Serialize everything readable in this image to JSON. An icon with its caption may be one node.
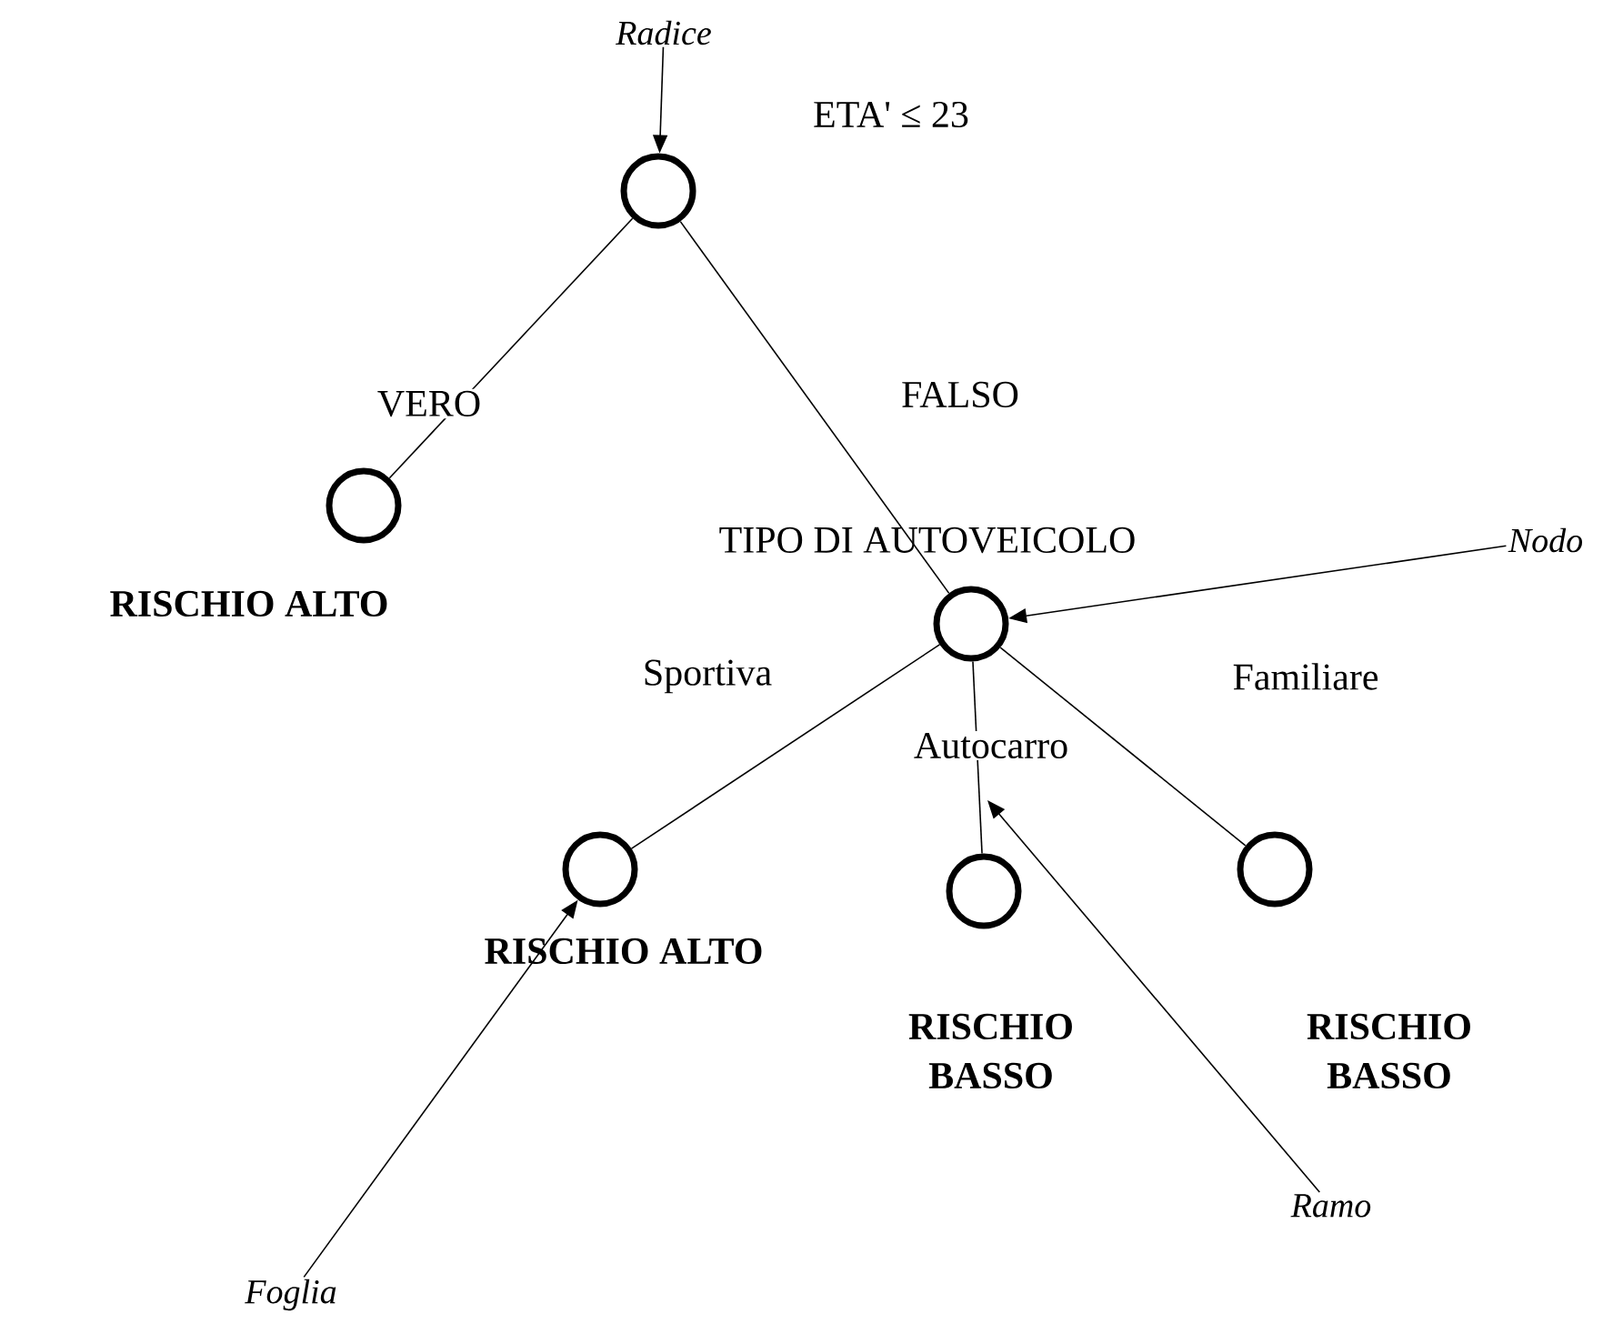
{
  "diagram": {
    "nodes": [
      {
        "text": [
          "ETA' ≤ 23"
        ]
      },
      {
        "text": [
          "RISCHIO ALTO"
        ]
      },
      {
        "text": [
          "TIPO DI AUTOVEICOLO"
        ]
      },
      {
        "text": [
          "RISCHIO ALTO"
        ]
      },
      {
        "text": [
          "RISCHIO BASSO"
        ]
      },
      {
        "text": [
          "RISCHIO BASSO"
        ]
      },
      {
        "text": [
          "Radice"
        ]
      },
      {
        "text": [
          "Nodo"
        ]
      },
      {
        "text": [
          "Foglia"
        ]
      },
      {
        "text": [
          "Ramo"
        ]
      }
    ],
    "edges": [
      {
        "from": 0,
        "to": 1,
        "arrow": "none",
        "label": "VERO"
      },
      {
        "from": 0,
        "to": 2,
        "arrow": "none",
        "label": "FALSO"
      },
      {
        "from": 2,
        "to": 3,
        "arrow": "none",
        "label": "Sportiva"
      },
      {
        "from": 2,
        "to": 4,
        "arrow": "none",
        "label": "Autocarro"
      },
      {
        "from": 2,
        "to": 5,
        "arrow": "none",
        "label": "Familiare"
      },
      {
        "from": 6,
        "to": 0,
        "arrow": "to"
      },
      {
        "from": 7,
        "to": 2,
        "arrow": "to"
      },
      {
        "from": 8,
        "to": 3,
        "arrow": "to"
      },
      {
        "from": 9,
        "to": null,
        "arrow": "to"
      }
    ]
  }
}
